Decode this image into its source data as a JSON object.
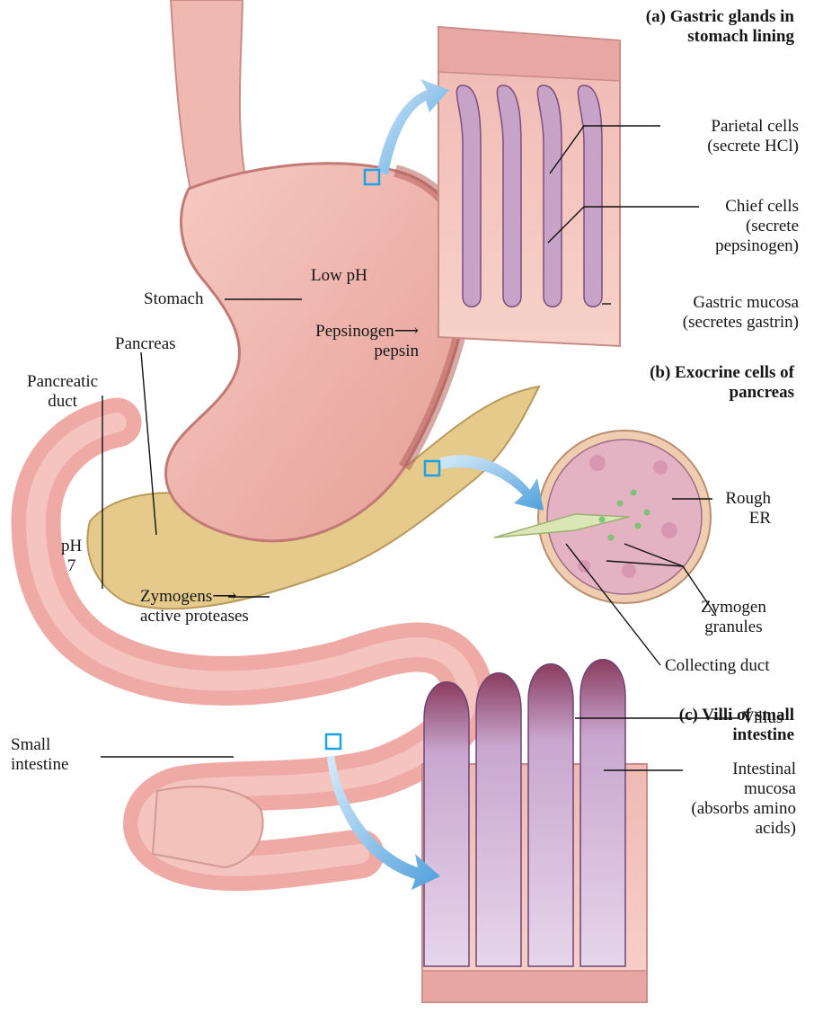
{
  "colors": {
    "tissue_pink": "#efb3ac",
    "tissue_dark": "#c8706f",
    "pancreas_tan": "#e4c889",
    "villus_purple": "#a07aa6",
    "arrow_blue": "#7ab8e6",
    "marker_blue": "#1aa3e8"
  },
  "panels": {
    "a_title_1": "(a) Gastric glands in",
    "a_title_2": "stomach lining",
    "b_title_1": "(b) Exocrine cells of",
    "b_title_2": "pancreas",
    "c_title_1": "(c) Villi of small",
    "c_title_2": "intestine"
  },
  "labels": {
    "parietal_1": "Parietal cells",
    "parietal_2": "(secrete HCl)",
    "chief_1": "Chief cells",
    "chief_2": "(secrete",
    "chief_3": "pepsinogen)",
    "mucosa_1": "Gastric mucosa",
    "mucosa_2": "(secretes gastrin)",
    "low_ph": "Low pH",
    "stomach": "Stomach",
    "pepsinogen": "Pepsinogen⟶",
    "pepsin": "pepsin",
    "pancreas": "Pancreas",
    "pancreatic_duct_1": "Pancreatic",
    "pancreatic_duct_2": "duct",
    "ph7_1": "pH",
    "ph7_2": "7",
    "rough_er_1": "Rough",
    "rough_er_2": "ER",
    "zymogen_gr_1": "Zymogen",
    "zymogen_gr_2": "granules",
    "collecting_duct": "Collecting duct",
    "zymogens_1": "Zymogens⟶",
    "zymogens_2": "active proteases",
    "small_int_1": "Small",
    "small_int_2": "intestine",
    "villus": "Villus",
    "int_mucosa_1": "Intestinal",
    "int_mucosa_2": "mucosa",
    "int_mucosa_3": "(absorbs amino",
    "int_mucosa_4": "acids)"
  }
}
